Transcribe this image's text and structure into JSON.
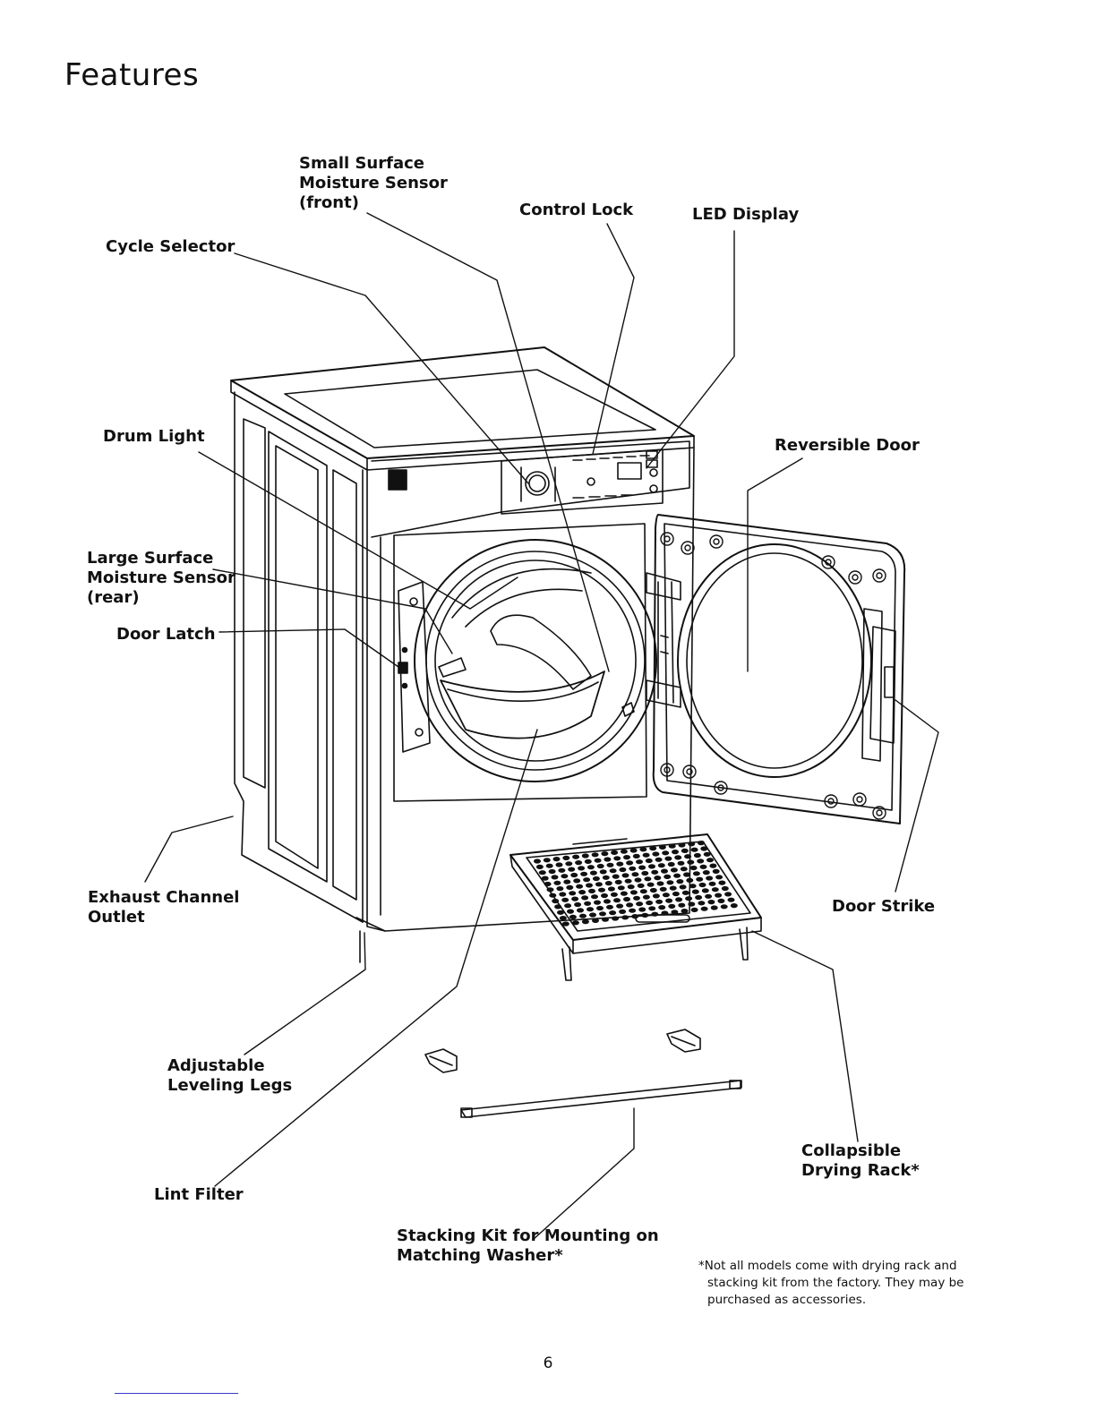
{
  "page": {
    "title": "Features",
    "page_number": "6"
  },
  "labels": {
    "small_sensor": "Small Surface\nMoisture Sensor\n(front)",
    "control_lock": "Control Lock",
    "led_display": "LED Display",
    "cycle_selector": "Cycle Selector",
    "drum_light": "Drum Light",
    "reversible_door": "Reversible Door",
    "large_sensor": "Large Surface\nMoisture Sensor\n(rear)",
    "door_latch": "Door Latch",
    "exhaust_outlet": "Exhaust Channel\nOutlet",
    "door_strike": "Door Strike",
    "leveling_legs": "Adjustable\nLeveling Legs",
    "lint_filter": "Lint Filter",
    "drying_rack": "Collapsible\nDrying Rack*",
    "stacking_kit": "Stacking Kit for Mounting on\nMatching Washer*"
  },
  "footnote": {
    "line1": "*Not all models come with drying rack and",
    "line2": "stacking kit from the factory. They may be",
    "line3": "purchased as accessories."
  },
  "colors": {
    "ink": "#111111",
    "footer_rule": "#3a3acc"
  }
}
